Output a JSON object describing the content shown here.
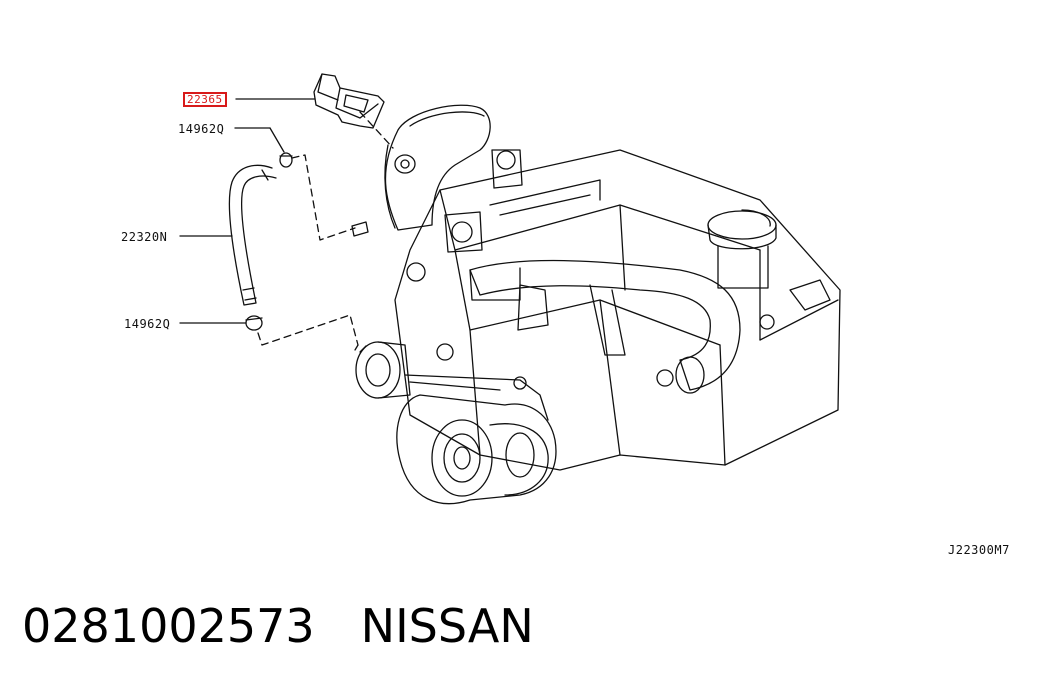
{
  "diagram": {
    "callouts": [
      {
        "id": "part-22365",
        "label": "22365",
        "highlighted": true
      },
      {
        "id": "clip-upper",
        "label": "14962Q",
        "highlighted": false
      },
      {
        "id": "hose",
        "label": "22320N",
        "highlighted": false
      },
      {
        "id": "clip-lower",
        "label": "14962Q",
        "highlighted": false
      }
    ],
    "figure_code": "J22300M7",
    "highlight_color": "#d81a1a"
  },
  "caption": {
    "part_number": "0281002573",
    "brand": "NISSAN"
  }
}
